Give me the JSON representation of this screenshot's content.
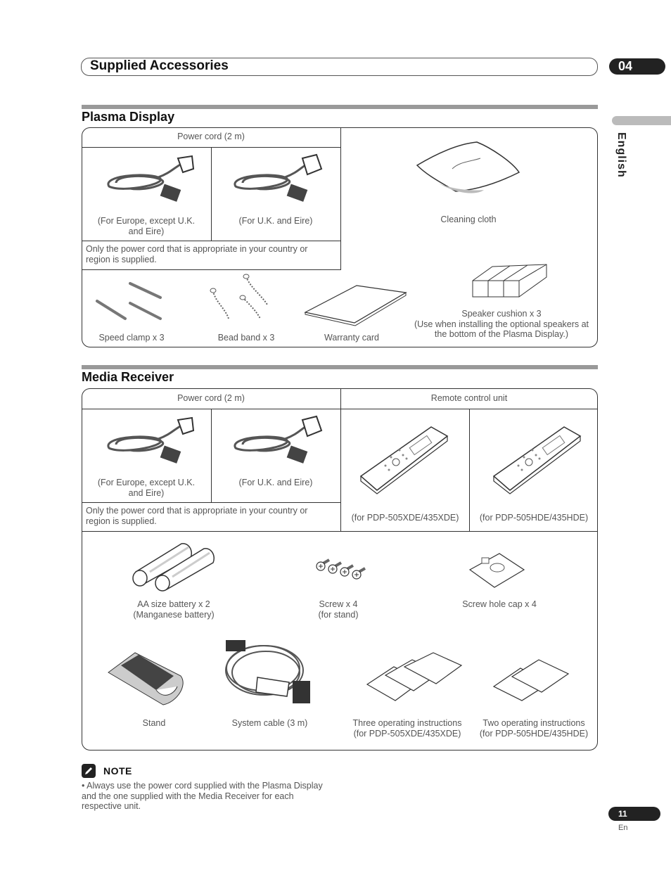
{
  "header": {
    "title": "Supplied Accessories",
    "chapter": "04"
  },
  "language_tab": "English",
  "plasma": {
    "title": "Plasma Display",
    "power_cord_header": "Power cord (2 m)",
    "cord_europe": "(For Europe, except U.K. and Eire)",
    "cord_uk": "(For U.K. and Eire)",
    "cord_note": "Only the power cord that is appropriate in your country or region is supplied.",
    "cleaning_cloth": "Cleaning cloth",
    "speed_clamp": "Speed clamp x 3",
    "bead_band": "Bead band x 3",
    "warranty_card": "Warranty card",
    "speaker_cushion": "Speaker cushion x 3\n(Use when installing the optional speakers at the bottom of the Plasma Display.)"
  },
  "receiver": {
    "title": "Media Receiver",
    "power_cord_header": "Power cord (2 m)",
    "remote_header": "Remote control unit",
    "cord_europe": "(For Europe, except U.K. and Eire)",
    "cord_uk": "(For U.K. and Eire)",
    "cord_note": "Only the power cord that is appropriate in your country or region is supplied.",
    "remote_xde": "(for PDP-505XDE/435XDE)",
    "remote_hde": "(for PDP-505HDE/435HDE)",
    "battery": "AA size battery x 2\n(Manganese battery)",
    "screw": "Screw x 4\n(for stand)",
    "screw_cap": "Screw hole cap x 4",
    "stand": "Stand",
    "system_cable": "System cable (3 m)",
    "three_instr": "Three operating instructions\n(for PDP-505XDE/435XDE)",
    "two_instr": "Two operating instructions\n(for PDP-505HDE/435HDE)"
  },
  "note": {
    "title": "NOTE",
    "text": "• Always use the power cord supplied with the Plasma Display and the one supplied with the Media Receiver for each respective unit."
  },
  "footer": {
    "page": "11",
    "lang": "En"
  }
}
